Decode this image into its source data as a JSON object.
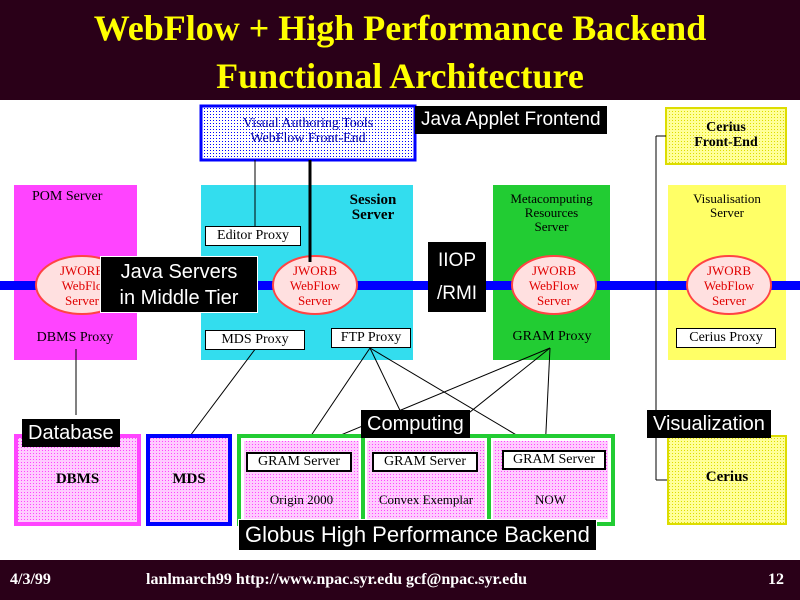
{
  "title": {
    "line1": "WebFlow + High Performance Backend",
    "line2": "Functional Architecture"
  },
  "frontend": {
    "vat_line1": "Visual Authoring Tools",
    "vat_line2": "WebFlow  Front-End",
    "java_applet_label": "Java Applet Frontend",
    "cerius_fe_line1": "Cerius",
    "cerius_fe_line2": "Front-End"
  },
  "servers": {
    "pom": {
      "title": "POM Server",
      "proxy": "DBMS Proxy"
    },
    "session": {
      "title_line1": "Session",
      "title_line2": "Server",
      "editor_proxy": "Editor  Proxy",
      "mds_proxy": "MDS Proxy",
      "ftp_proxy": "FTP Proxy"
    },
    "meta": {
      "title_line1": "Metacomputing",
      "title_line2": "Resources",
      "title_line3": "Server",
      "proxy": "GRAM  Proxy"
    },
    "vis": {
      "title_line1": "Visualisation",
      "title_line2": "Server",
      "proxy": "Cerius  Proxy"
    }
  },
  "jworb": {
    "line1": "JWORB",
    "line2": "WebFlow",
    "line3": "Server",
    "pom_partial_line1": "JWORB",
    "pom_partial_line2": "WebFlo",
    "pom_partial_line3": "Server"
  },
  "iiop": {
    "top": "IIOP",
    "bottom": "/RMI"
  },
  "callouts": {
    "java_servers_line1": "Java Servers",
    "java_servers_line2": "in Middle Tier",
    "database": "Database",
    "computing": "Computing",
    "visualization": "Visualization",
    "globus": "Globus High Performance Backend"
  },
  "backend": {
    "dbms": "DBMS",
    "mds": "MDS",
    "gram_server": "GRAM Server",
    "origin": "Origin  2000",
    "convex": "Convex  Exemplar",
    "now": "NOW",
    "cerius": "Cerius"
  },
  "footer": {
    "date": "4/3/99",
    "center": "lanlmarch99   http://www.npac.syr.edu gcf@npac.syr.edu",
    "page": "12"
  },
  "colors": {
    "title_bg": "#2a0018",
    "title_text": "#ffff00",
    "magenta": "#ff44ff",
    "cyan": "#33ddee",
    "green": "#22cc33",
    "yellow": "#ffff66",
    "bus": "#0000ff",
    "jworb_text": "#e00000"
  }
}
